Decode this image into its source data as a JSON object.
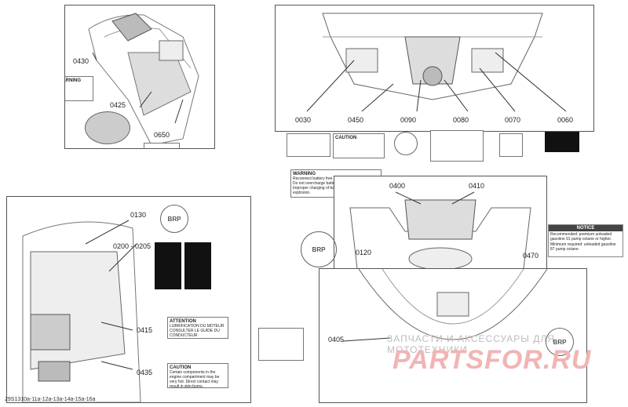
{
  "callouts": {
    "p0430": "0430",
    "p0425": "0425",
    "p0650": "0650",
    "p0030": "0030",
    "p0450": "0450",
    "p0090": "0090",
    "p0080": "0080",
    "p0070": "0070",
    "p0060": "0060",
    "p0400": "0400",
    "p0410": "0410",
    "p0120": "0120",
    "p0470": "0470",
    "p0130": "0130",
    "p0200_0205": "0200 - 0205",
    "p0415": "0415",
    "p0435": "0435",
    "p0405": "0405"
  },
  "labels": {
    "warning": "WARNING",
    "caution": "CAUTION",
    "attention": "ATTENTION",
    "notice": "NOTICE",
    "attention_l1": "LUBRIFICATION DU MOTEUR",
    "attention_l2": "CONSULTER LE GUIDE DU CONDUCTEUR",
    "caution_body": "Certain components in the engine compartment may be very hot. Direct contact may result in skin burns.",
    "warning_lines": [
      "Reconnect battery free lead before charging.",
      "Do not overcharge battery.",
      "Improper charging of battery can cause explosion."
    ],
    "notice_lines": [
      "Recommended: premium unleaded gasoline 91 pump octane or higher.",
      "Minimum required: unleaded gasoline 87 pump octane"
    ],
    "brp_logo": "BRP"
  },
  "reference_code": "29S1310a-11a-12a-13a-14a-15a-16a",
  "watermark": {
    "line1": "ЗАПЧАСТИ И АКСЕССУАРЫ ДЛЯ МОТОТЕХНИКИ",
    "line2": "PARTSFOR.RU"
  }
}
